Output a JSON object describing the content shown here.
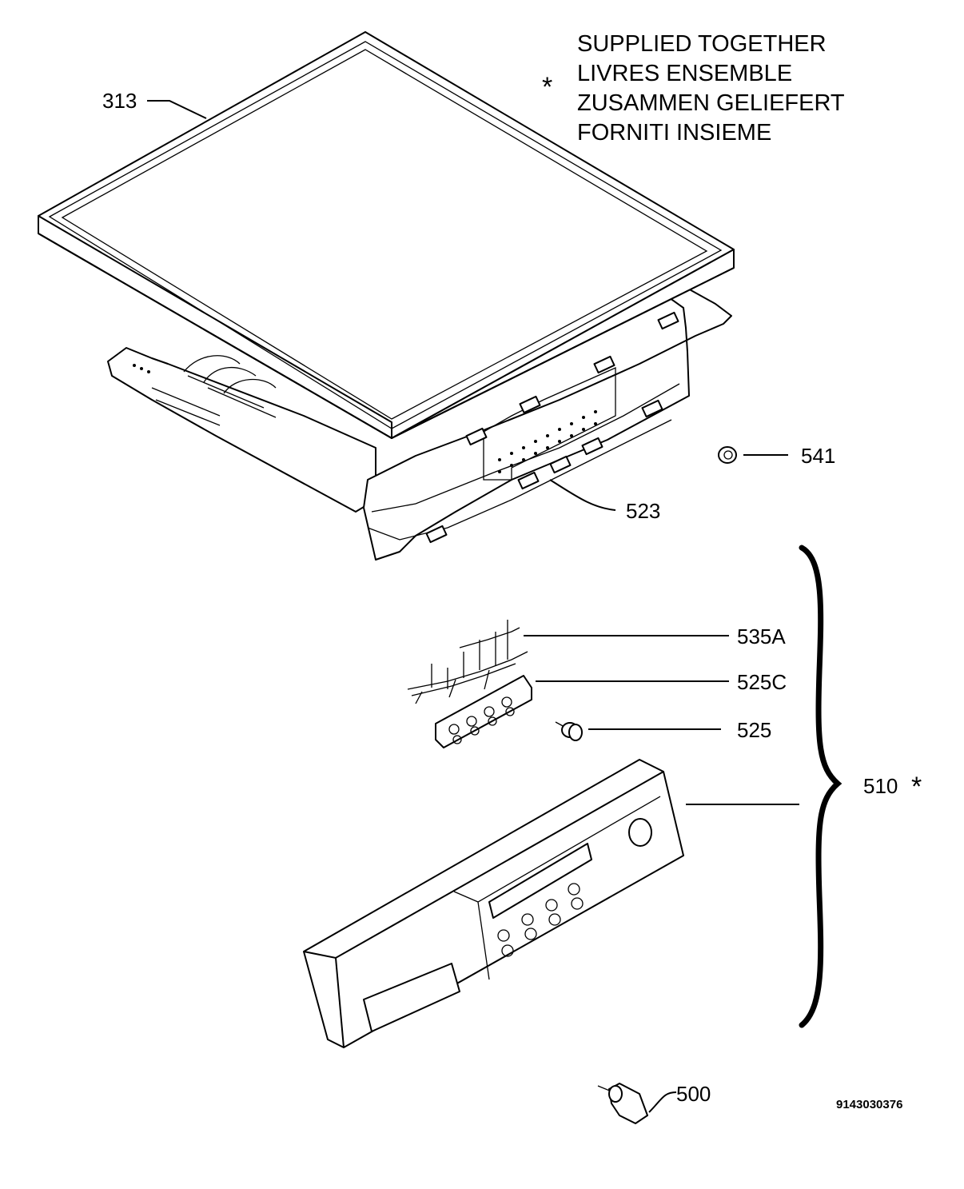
{
  "note": {
    "asterisk": "*",
    "lines": [
      "SUPPLIED TOGETHER",
      "LIVRES ENSEMBLE",
      "ZUSAMMEN GELIEFERT",
      "FORNITI INSIEME"
    ]
  },
  "labels": {
    "p313": "313",
    "p523": "523",
    "p541": "541",
    "p535A": "535A",
    "p525C": "525C",
    "p525": "525",
    "p510": "510",
    "p510_asterisk": "*",
    "p500": "500"
  },
  "document_number": "9143030376"
}
